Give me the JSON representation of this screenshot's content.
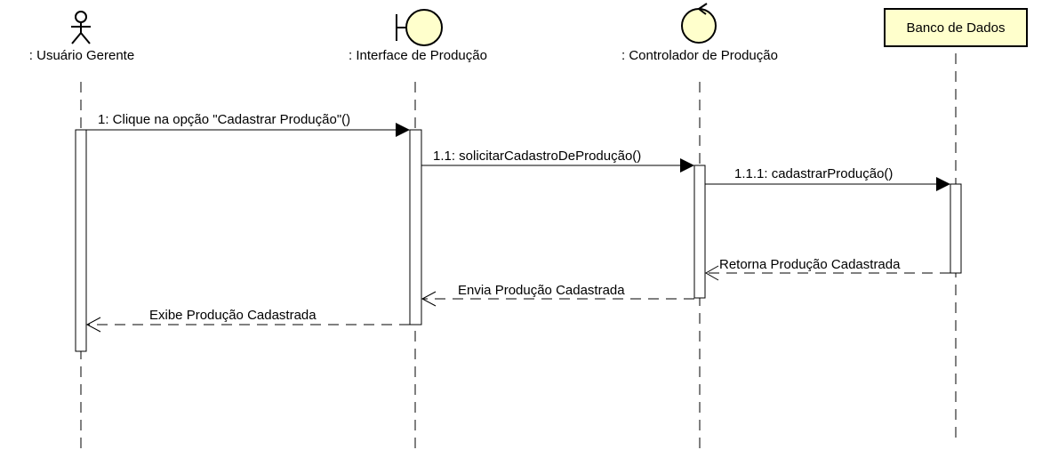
{
  "participants": {
    "actor": ": Usuário Gerente",
    "boundary": ": Interface de Produção",
    "control": ": Controlador de Produção",
    "database": "Banco de Dados"
  },
  "messages": {
    "m1": "1: Clique na opção \"Cadastrar Produção\"()",
    "m1_1": "1.1: solicitarCadastroDeProdução()",
    "m1_1_1": "1.1.1: cadastrarProdução()",
    "r1": "Retorna Produção Cadastrada",
    "r2": "Envia Produção Cadastrada",
    "r3": "Exibe Produção Cadastrada"
  },
  "colors": {
    "symbol_fill": "#ffffcc",
    "line": "#000000"
  }
}
